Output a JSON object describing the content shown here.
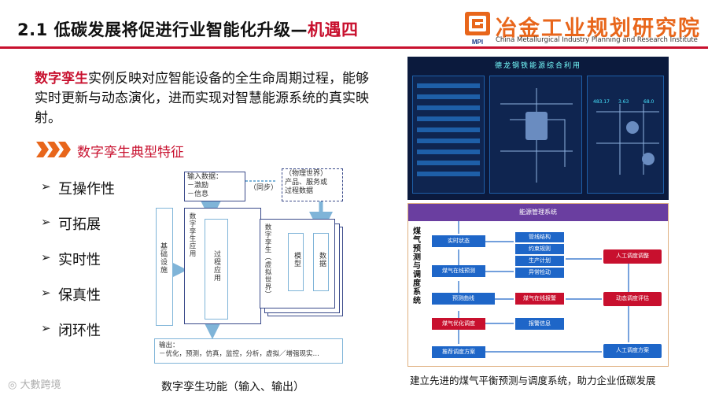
{
  "header": {
    "title_main": "2.1 低碳发展将促进行业智能化升级—",
    "title_accent": "机遇四",
    "logo_cn": "冶金工业规划研究院",
    "logo_en": "China Metallurgical Industry Planning and Research Institute",
    "logo_mark_text": "MPI"
  },
  "intro": {
    "highlight": "数字孪生",
    "text": "实例反映对应智能设备的全生命周期过程，能够实时更新与动态演化，进而实现对智慧能源系统的真实映射。"
  },
  "feature_section": {
    "title": "数字孪生典型特征",
    "items": [
      "互操作性",
      "可拓展",
      "实时性",
      "保真性",
      "闭环性"
    ],
    "bullet": "➢"
  },
  "diagram": {
    "input_box": "输入数据：\n－激励\n－信息",
    "sync_label": "（同步）",
    "physical_world": "（物理世界）\n产品、服务或\n过程数据",
    "infra": "基础设施",
    "dt_app": "数字孪生应用",
    "process_app": "过程应用",
    "dt_virtual": "数字孪生（虚拟世界）",
    "model": "模型",
    "data": "数据",
    "output": "输出：\n－优化，预测，仿真，监控，分析，虚拟／增强现实…",
    "caption": "数字孪生功能（输入、输出）"
  },
  "dashboard": {
    "title": "德龙钢铁能源综合利用",
    "values": [
      "483.17",
      "3.63",
      "68.0"
    ]
  },
  "flow": {
    "top_label": "能源管理系统",
    "side_title": "煤气预测与调度系统",
    "left_boxes": [
      "实时状态",
      "煤气在线预测",
      "预测曲线",
      "煤气优化调度",
      "推荐调度方案"
    ],
    "middle_boxes": [
      "管线结构",
      "约束规则",
      "生产计划",
      "异常检动"
    ],
    "middle_red": [
      "煤气在线报警",
      "报警信息"
    ],
    "right_boxes": [
      "人工调度调整",
      "动态调度评估",
      "人工调度方案"
    ],
    "caption": "建立先进的煤气平衡预测与调度系统，助力企业低碳发展"
  },
  "watermark": "大數跨境",
  "colors": {
    "accent": "#c8102e",
    "logo": "#e8661b",
    "flow_purple": "#6a3ea0",
    "flow_blue": "#1e66c8"
  }
}
